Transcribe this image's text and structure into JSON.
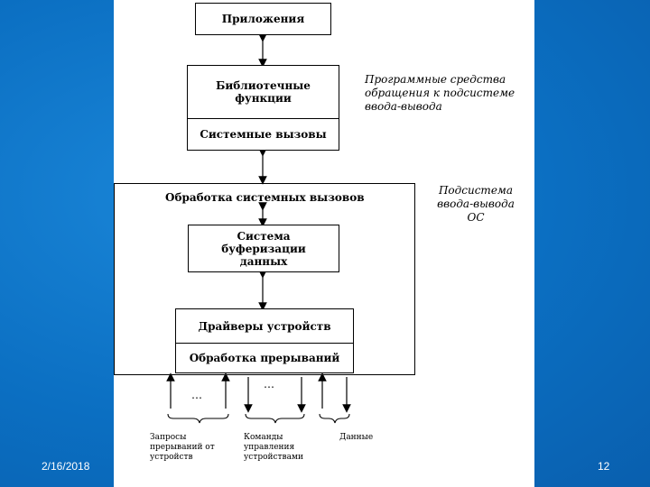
{
  "slide": {
    "date": "2/16/2018",
    "page_number": "12"
  },
  "diagram": {
    "applications": "Приложения",
    "library_functions": "Библиотечные функции",
    "system_calls": "Системные вызовы",
    "syscall_processing": "Обработка системных вызовов",
    "buffering_system": "Система буферизации данных",
    "device_drivers": "Драйверы устройств",
    "interrupt_processing": "Обработка прерываний",
    "note_software": "Программные средства обращения к подсистеме ввода-вывода",
    "note_subsystem": "Подсистема ввода-вывода ОС",
    "dots": "…",
    "label_interrupt_requests": "Запросы прерываний от устройств",
    "label_device_commands": "Команды управления устройствами",
    "label_data": "Данные"
  },
  "colors": {
    "background": "#0b74c8",
    "sheet": "#ffffff",
    "ink": "#000000"
  }
}
